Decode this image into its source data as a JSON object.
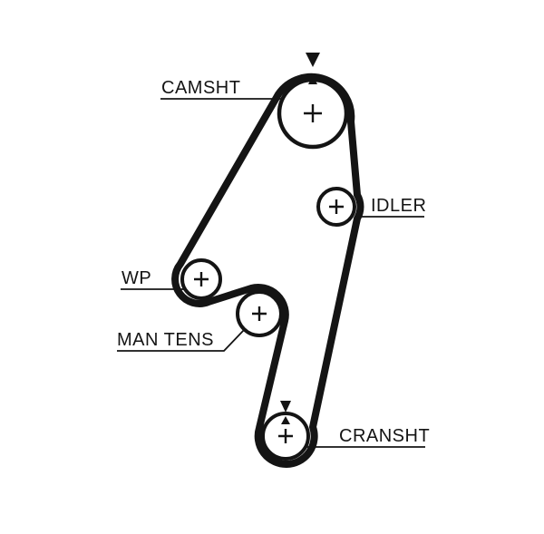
{
  "diagram": {
    "labels": {
      "camshaft": "CAMSHT",
      "idler": "IDLER",
      "water_pump": "WP",
      "manual_tensioner": "MAN TENS",
      "crankshaft": "CRANSHT"
    },
    "colors": {
      "belt": "#141414",
      "pulley_fill": "#ffffff",
      "background": "#ffffff"
    }
  }
}
